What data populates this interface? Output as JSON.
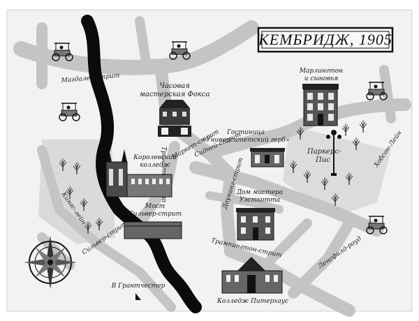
{
  "title": "КЕМБРИДЖ, 1905",
  "streets": {
    "magdalen": "Магдален-стрит",
    "sidney": "Сидней-стрит",
    "market": "Маркет-стрит",
    "trinity": "Тринити-стрит",
    "kings_lane": "Кингс-лейн",
    "silver": "Сильвер-стрит",
    "downing": "Даунинг-стрит",
    "trumpington": "Трампингтон-стрит",
    "lensfield": "Ленсфилд-роуд",
    "hobson": "Хобсон-Лейн"
  },
  "landmarks": {
    "fox_line1": "Часовая",
    "fox_line2": "мастерская Фокса",
    "marlington_line1": "Марлингтон",
    "marlington_line2": "и сыновья",
    "hotel_line1": "Гостиница",
    "hotel_line2": "«Университетский герб»",
    "kings_line1": "Королевский",
    "kings_line2": "колледж",
    "parkers_line1": "Паркерс-",
    "parkers_line2": "Пис",
    "westcott_line1": "Дом мистера",
    "westcott_line2": "Уэсткотта",
    "bridge_line1": "Мост",
    "bridge_line2": "Сильвер-стрит",
    "peterhouse": "Колледж Питерхаус",
    "grantchester": "В Грантчестер"
  },
  "colors": {
    "ink": "#111111",
    "road": "#bdbdbd",
    "park": "#d4d4d4",
    "river": "#0a0a0a"
  },
  "icons": [
    "compass-rose-icon",
    "motorcar-icon",
    "tree-icon",
    "building-icon",
    "arrow-down-icon",
    "lamp-post-icon"
  ]
}
